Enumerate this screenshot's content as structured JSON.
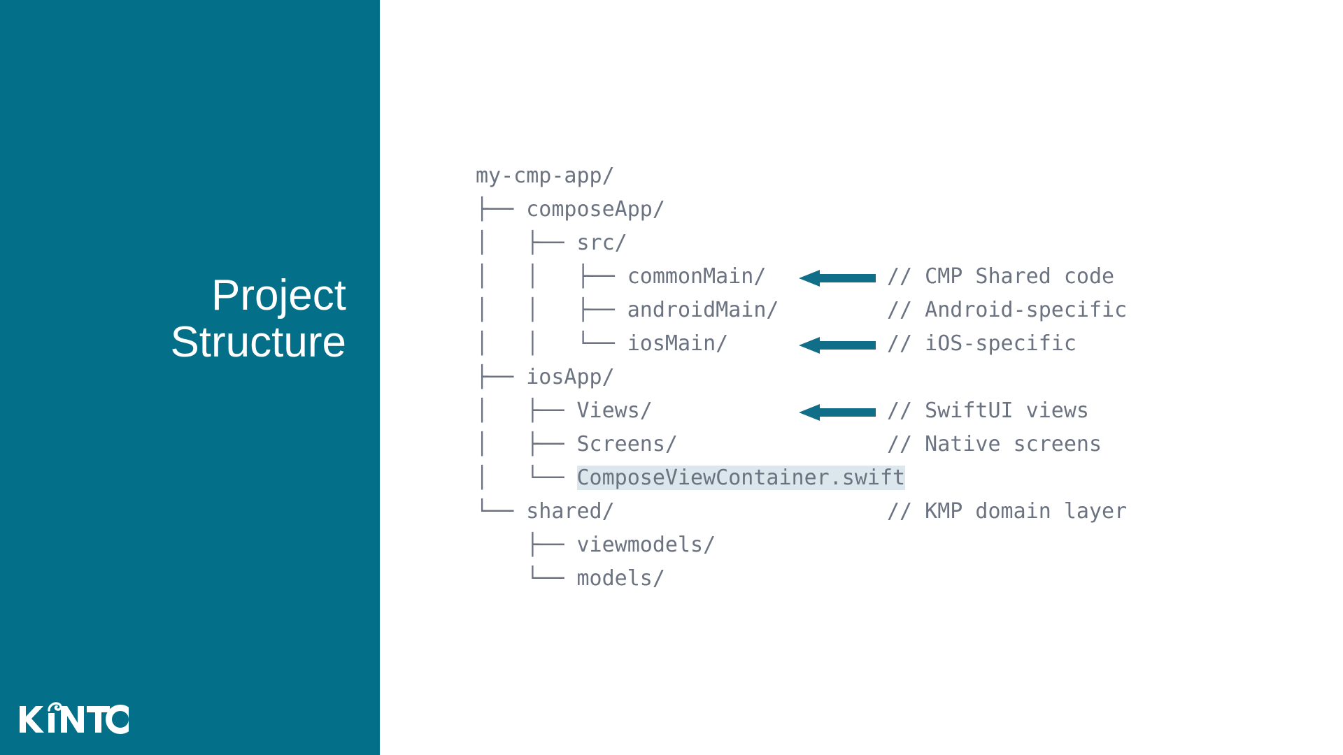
{
  "slide": {
    "title": "Project\nStructure",
    "brand": "KINTO",
    "colors": {
      "sidebar": "#046F89",
      "accent_red": "#EF5334",
      "highlight_blue": "#dbe7ec",
      "arrow_teal": "#106E89",
      "text_gray": "#6b7280"
    }
  },
  "tree": {
    "root": "my-cmp-app/",
    "rows": [
      {
        "glyph": "",
        "name": "my-cmp-app/",
        "boxed": false,
        "highlighted": false,
        "arrow": false,
        "comment": ""
      },
      {
        "glyph": "├── ",
        "name": "composeApp/",
        "boxed": true,
        "highlighted": false,
        "arrow": false,
        "comment": ""
      },
      {
        "glyph": "│   ├── ",
        "name": "src/",
        "boxed": false,
        "highlighted": false,
        "arrow": false,
        "comment": ""
      },
      {
        "glyph": "│   │   ├── ",
        "name": "commonMain/",
        "boxed": false,
        "highlighted": false,
        "arrow": true,
        "comment": "// CMP Shared code"
      },
      {
        "glyph": "│   │   ├── ",
        "name": "androidMain/",
        "boxed": false,
        "highlighted": false,
        "arrow": false,
        "comment": "// Android-specific"
      },
      {
        "glyph": "│   │   └── ",
        "name": "iosMain/",
        "boxed": false,
        "highlighted": false,
        "arrow": true,
        "comment": "// iOS-specific"
      },
      {
        "glyph": "├── ",
        "name": "iosApp/",
        "boxed": true,
        "highlighted": false,
        "arrow": false,
        "comment": ""
      },
      {
        "glyph": "│   ├── ",
        "name": "Views/",
        "boxed": false,
        "highlighted": false,
        "arrow": true,
        "comment": "// SwiftUI views"
      },
      {
        "glyph": "│   ├── ",
        "name": "Screens/",
        "boxed": false,
        "highlighted": false,
        "arrow": false,
        "comment": "// Native screens"
      },
      {
        "glyph": "│   └── ",
        "name": "ComposeViewContainer.swift",
        "boxed": false,
        "highlighted": true,
        "arrow": false,
        "comment": ""
      },
      {
        "glyph": "└── ",
        "name": "shared/",
        "boxed": true,
        "highlighted": false,
        "arrow": false,
        "comment": "// KMP domain layer"
      },
      {
        "glyph": "    ├── ",
        "name": "viewmodels/",
        "boxed": false,
        "highlighted": false,
        "arrow": false,
        "comment": ""
      },
      {
        "glyph": "    └── ",
        "name": "models/",
        "boxed": false,
        "highlighted": false,
        "arrow": false,
        "comment": ""
      }
    ]
  }
}
